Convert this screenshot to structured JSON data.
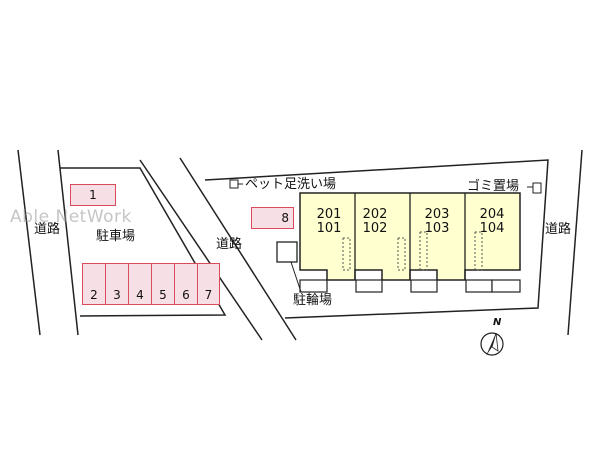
{
  "watermark": "Able NetWork",
  "labels": {
    "road_left": "道路",
    "road_middle": "道路",
    "road_right": "道路",
    "parking": "駐車場",
    "pet_wash": "ペット足洗い場",
    "garbage": "ゴミ置場",
    "bicycle": "駐輪場",
    "north": "N"
  },
  "parking_stalls": [
    "1",
    "2",
    "3",
    "4",
    "5",
    "6",
    "7",
    "8"
  ],
  "units": [
    {
      "upper": "201",
      "lower": "101"
    },
    {
      "upper": "202",
      "lower": "102"
    },
    {
      "upper": "203",
      "lower": "103"
    },
    {
      "upper": "204",
      "lower": "104"
    }
  ],
  "colors": {
    "building": "#ffffd0",
    "stall_fill": "#f7dfe6",
    "stall_border": "#d94a5c",
    "line": "#222222"
  }
}
